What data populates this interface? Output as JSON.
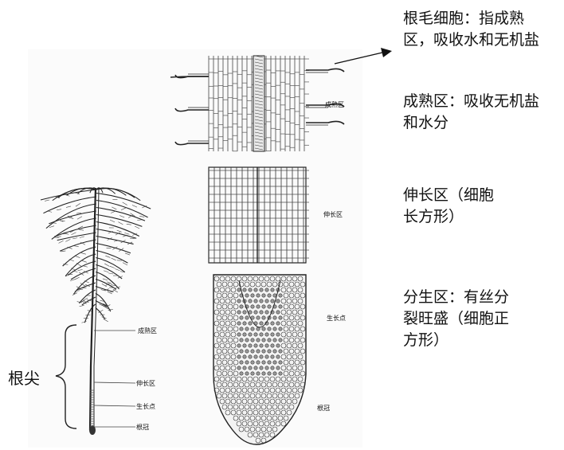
{
  "annotations": {
    "root_hair": "根毛细胞：指成熟\n区，吸收水和无机盐",
    "maturation": "成熟区：吸收无机盐\n和水分",
    "elongation": "伸长区（细胞\n长方形）",
    "meristem": "分生区：有丝分\n裂旺盛（细胞正\n方形）"
  },
  "root_tip_bracket_label": "根尖",
  "figure_labels": {
    "detail": {
      "maturation": "成熟区",
      "elongation": "伸长区",
      "growth_point": "生长点",
      "root_cap": "根冠"
    },
    "whole_root": {
      "maturation": "成熟区",
      "elongation": "伸长区",
      "growth_point": "生长点",
      "root_cap": "根冠"
    }
  }
}
